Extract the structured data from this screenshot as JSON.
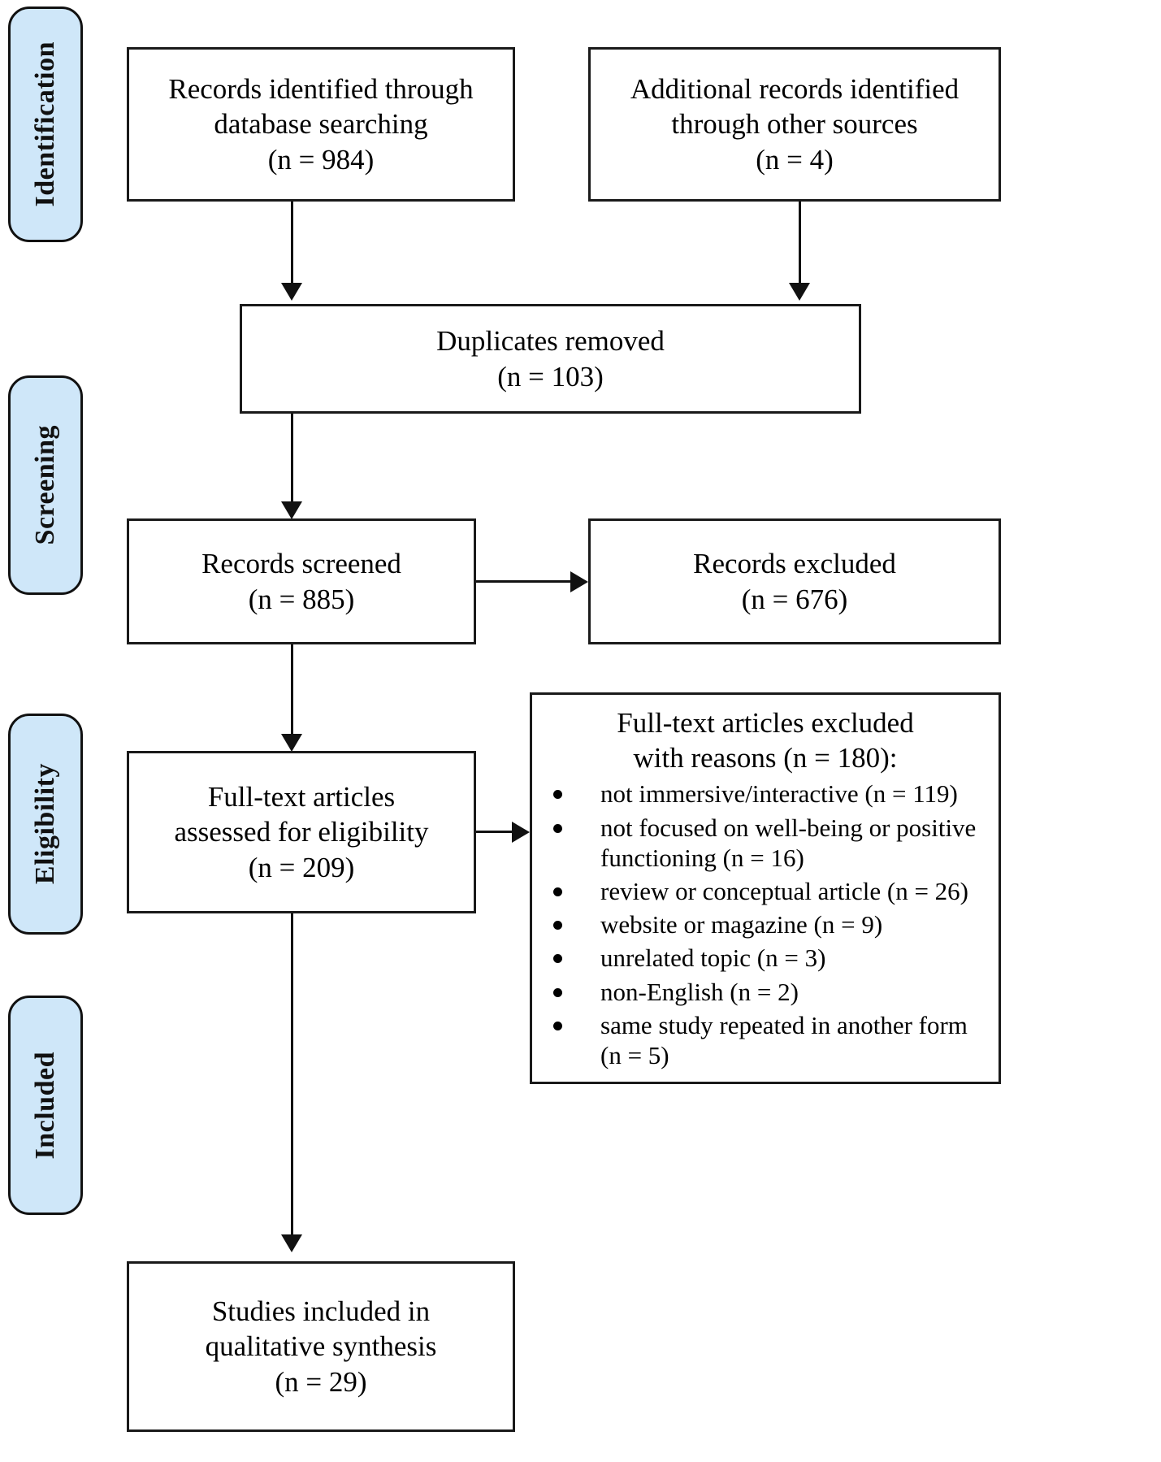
{
  "diagram": {
    "type": "prisma-flow-diagram",
    "stages": [
      {
        "id": "identification",
        "label": "Identification"
      },
      {
        "id": "screening",
        "label": "Screening"
      },
      {
        "id": "eligibility",
        "label": "Eligibility"
      },
      {
        "id": "included",
        "label": "Included"
      }
    ],
    "boxes": {
      "records_identified": {
        "text": "Records identified through\ndatabase searching\n(n = 984)",
        "count": 984
      },
      "additional_records": {
        "text": "Additional records identified\nthrough other sources\n(n = 4)",
        "count": 4
      },
      "duplicates_removed": {
        "text": "Duplicates removed\n(n = 103)",
        "count": 103
      },
      "records_screened": {
        "text": "Records screened\n(n = 885)",
        "count": 885
      },
      "records_excluded": {
        "text": "Records excluded\n(n = 676)",
        "count": 676
      },
      "fulltext_assessed": {
        "text": "Full-text articles\nassessed for eligibility\n(n = 209)",
        "count": 209
      },
      "studies_included": {
        "text": "Studies included in\nqualitative synthesis\n(n = 29)",
        "count": 29
      }
    },
    "exclusions": {
      "title": "Full-text articles excluded\nwith reasons (n = 180):",
      "total": 180,
      "reasons": [
        {
          "label": "not immersive/interactive (n = 119)",
          "count": 119
        },
        {
          "label": "not focused on well-being or positive functioning (n = 16)",
          "count": 16
        },
        {
          "label": "review or conceptual article (n = 26)",
          "count": 26
        },
        {
          "label": "website or magazine (n = 9)",
          "count": 9
        },
        {
          "label": "unrelated topic (n = 3)",
          "count": 3
        },
        {
          "label": "non-English (n = 2)",
          "count": 2
        },
        {
          "label": "same study repeated in another form (n = 5)",
          "count": 5
        }
      ]
    },
    "colors": {
      "stage_label_fill": "#cfe7f9",
      "stroke": "#111111",
      "box_fill": "#ffffff",
      "text": "#000000"
    }
  }
}
